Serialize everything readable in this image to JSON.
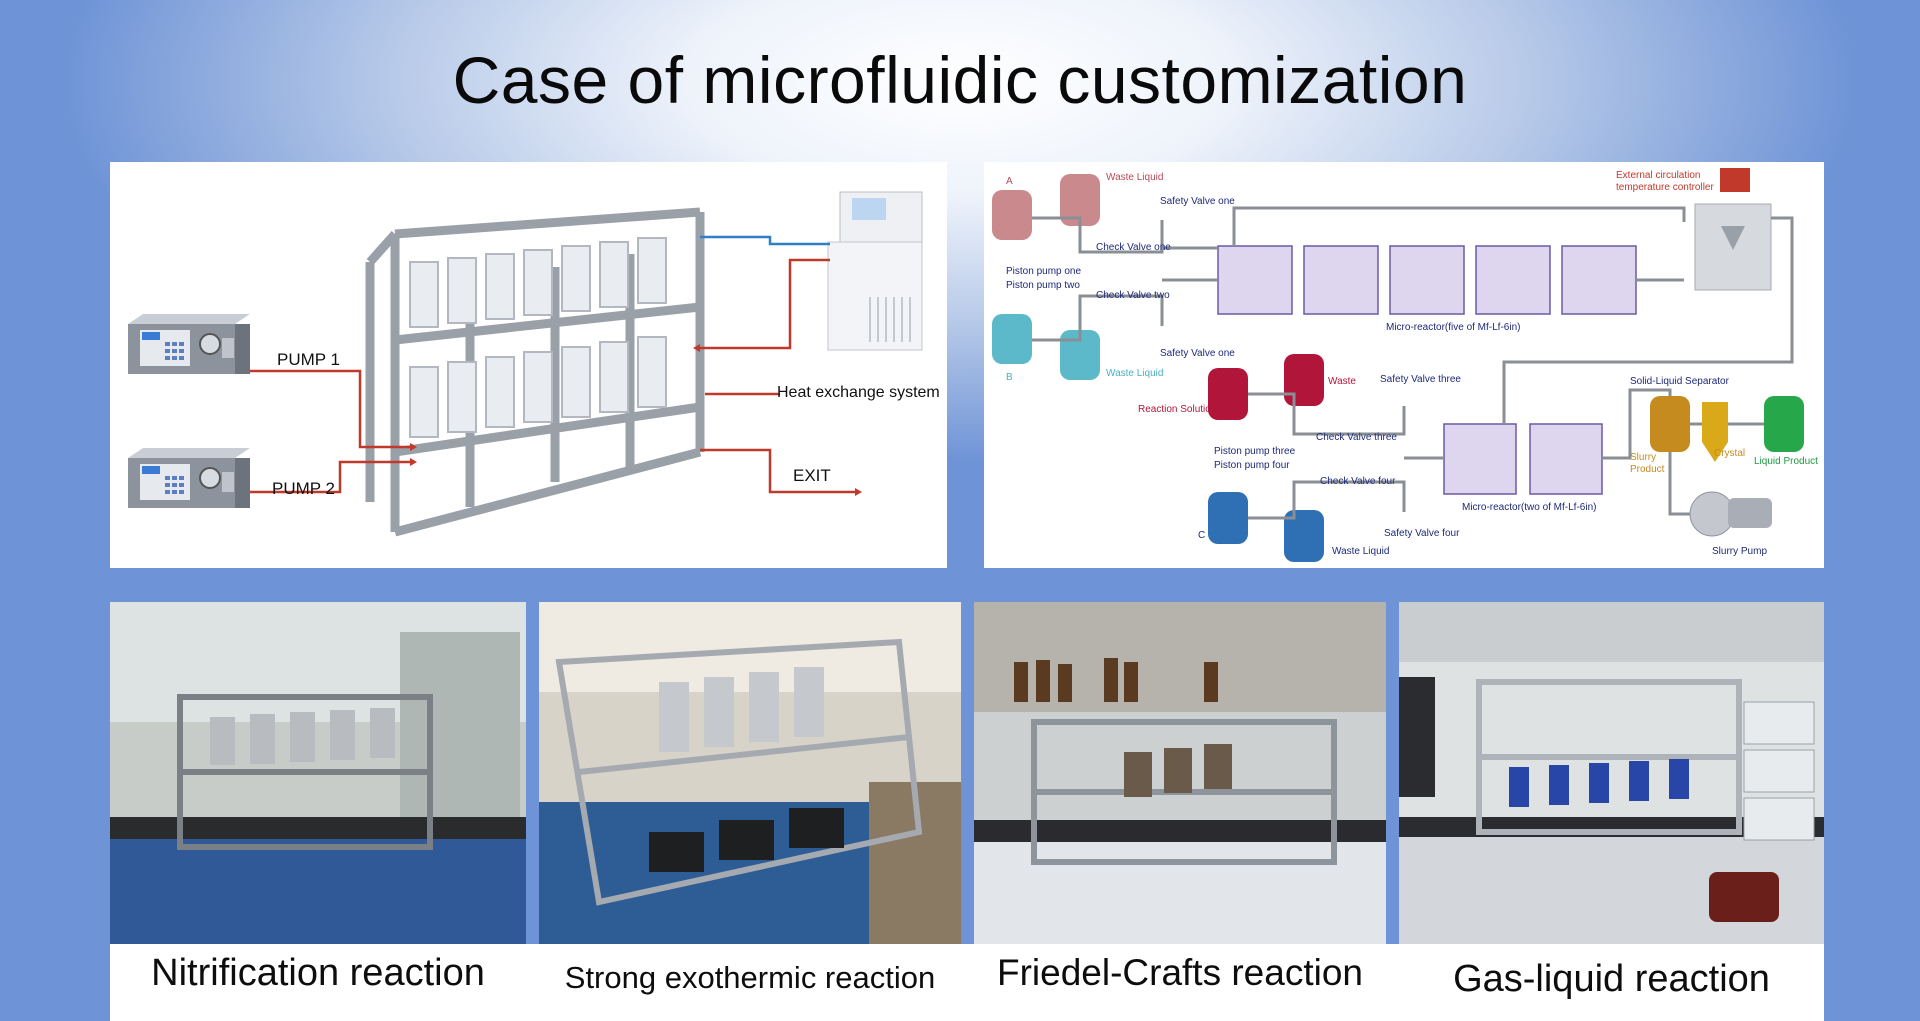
{
  "title": "Case of microfluidic customization",
  "left_diagram": {
    "pump1": "PUMP 1",
    "pump2": "PUMP 2",
    "heat": "Heat exchange system",
    "exit": "EXIT"
  },
  "right_diagram": {
    "a": "A",
    "b": "B",
    "c": "C",
    "waste_liquid_1": "Waste Liquid",
    "waste_liquid_2": "Waste Liquid",
    "waste_liquid_3": "Waste Liquid",
    "waste": "Waste",
    "safety1": "Safety Valve one",
    "safety2": "Safety Valve one",
    "safety3": "Safety Valve three",
    "safety4": "Safety Valve four",
    "check1": "Check Valve one",
    "check2": "Check Valve two",
    "check3": "Check Valve three",
    "check4": "Check Valve four",
    "piston1": "Piston pump one",
    "piston2": "Piston pump two",
    "piston3": "Piston pump three",
    "piston4": "Piston pump four",
    "reactor5": "Micro-reactor(five of Mf-Lf-6in)",
    "reactor2": "Micro-reactor(two of Mf-Lf-6in)",
    "external1": "External circulation",
    "external2": "temperature controller",
    "reaction_solution": "Reaction Solution",
    "separator": "Solid-Liquid Separator",
    "slurry_product_1": "Slurry",
    "slurry_product_2": "Product",
    "crystal": "Crystal",
    "liquid_product": "Liquid Product",
    "slurry_pump": "Slurry Pump"
  },
  "captions": [
    "Nitrification reaction",
    "Strong exothermic reaction",
    "Friedel-Crafts reaction",
    "Gas-liquid reaction"
  ]
}
